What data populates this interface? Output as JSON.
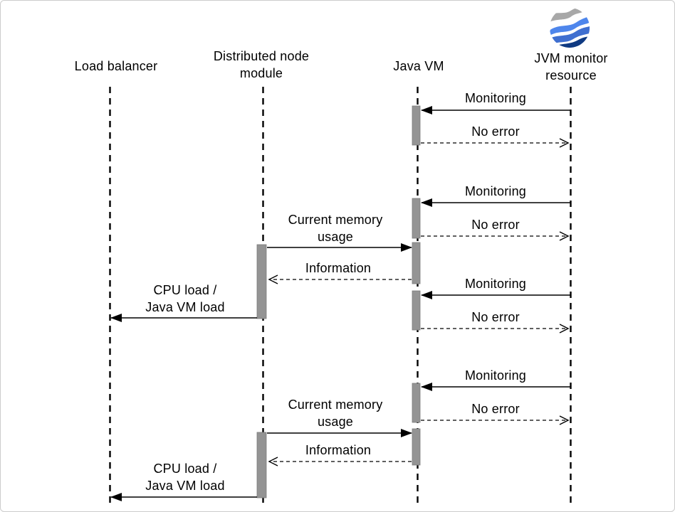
{
  "diagram": {
    "actors": [
      {
        "id": "load-balancer",
        "label": "Load balancer"
      },
      {
        "id": "distributed-node-module",
        "label": "Distributed node module"
      },
      {
        "id": "java-vm",
        "label": "Java VM"
      },
      {
        "id": "jvm-monitor-resource",
        "label": "JVM monitor resource"
      }
    ],
    "messages": [
      {
        "label": "Monitoring",
        "from": "jvm-monitor-resource",
        "to": "java-vm",
        "style": "solid"
      },
      {
        "label": "No error",
        "from": "java-vm",
        "to": "jvm-monitor-resource",
        "style": "dashed"
      },
      {
        "label": "Monitoring",
        "from": "jvm-monitor-resource",
        "to": "java-vm",
        "style": "solid"
      },
      {
        "label": "No error",
        "from": "java-vm",
        "to": "jvm-monitor-resource",
        "style": "dashed"
      },
      {
        "label": "Current memory usage",
        "from": "distributed-node-module",
        "to": "java-vm",
        "style": "solid"
      },
      {
        "label": "Information",
        "from": "java-vm",
        "to": "distributed-node-module",
        "style": "dashed"
      },
      {
        "label": "Monitoring",
        "from": "jvm-monitor-resource",
        "to": "java-vm",
        "style": "solid"
      },
      {
        "label": "No error",
        "from": "java-vm",
        "to": "jvm-monitor-resource",
        "style": "dashed"
      },
      {
        "label": "CPU load / Java VM load",
        "from": "distributed-node-module",
        "to": "load-balancer",
        "style": "solid"
      },
      {
        "label": "Monitoring",
        "from": "jvm-monitor-resource",
        "to": "java-vm",
        "style": "solid"
      },
      {
        "label": "No error",
        "from": "java-vm",
        "to": "jvm-monitor-resource",
        "style": "dashed"
      },
      {
        "label": "Current memory usage",
        "from": "distributed-node-module",
        "to": "java-vm",
        "style": "solid"
      },
      {
        "label": "Information",
        "from": "java-vm",
        "to": "distributed-node-module",
        "style": "dashed"
      },
      {
        "label": "CPU load / Java VM load",
        "from": "distributed-node-module",
        "to": "load-balancer",
        "style": "solid"
      }
    ],
    "colors": {
      "line": "#000000",
      "activation_bar": "#949494",
      "activation_border": "#7a7a7a",
      "logo_gray": "#a8a8a8",
      "logo_light_blue": "#4e86ec",
      "logo_mid_blue": "#3f6fd0",
      "logo_dark_blue": "#0f3a82"
    }
  }
}
